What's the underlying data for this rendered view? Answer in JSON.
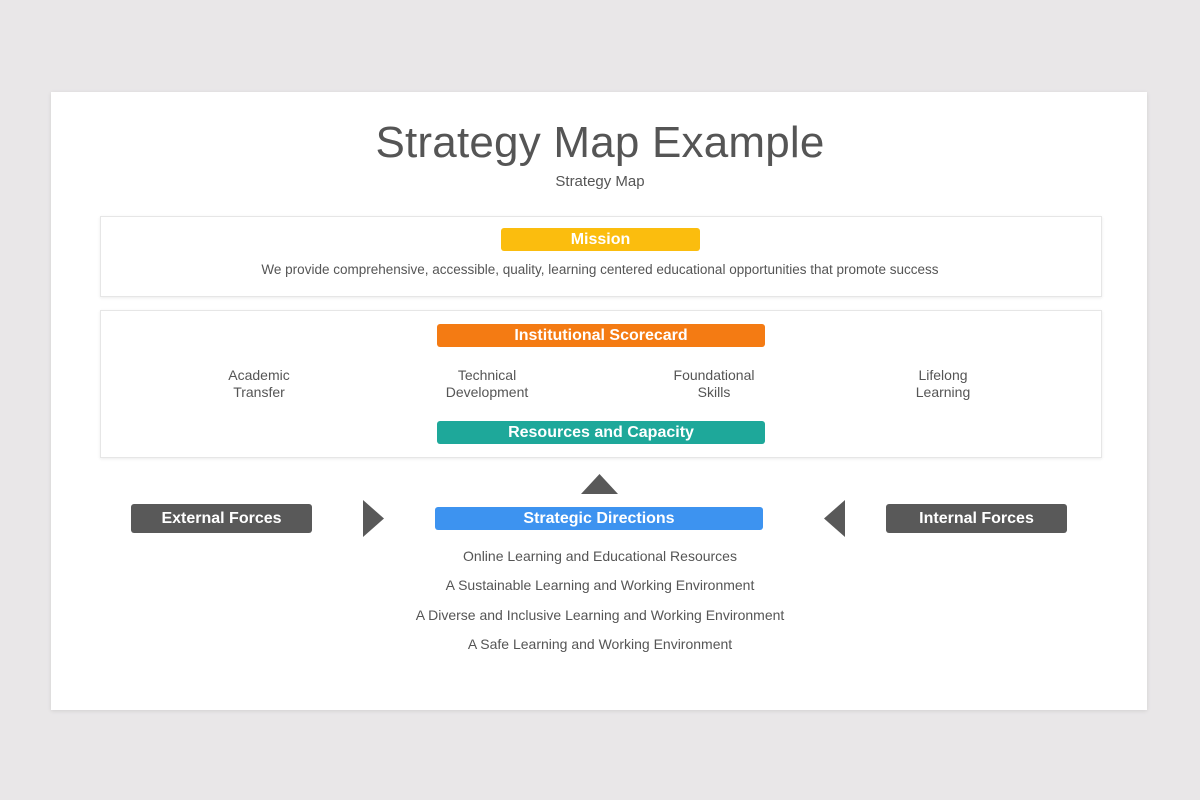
{
  "header": {
    "title": "Strategy Map Example",
    "subtitle": "Strategy Map"
  },
  "mission": {
    "label": "Mission",
    "text": "We provide comprehensive, accessible, quality, learning centered educational opportunities that promote success",
    "color": "#fbbd0e"
  },
  "scorecard": {
    "label": "Institutional Scorecard",
    "color": "#f47b13",
    "items": [
      {
        "line1": "Academic",
        "line2": "Transfer"
      },
      {
        "line1": "Technical",
        "line2": "Development"
      },
      {
        "line1": "Foundational",
        "line2": "Skills"
      },
      {
        "line1": "Lifelong",
        "line2": "Learning"
      }
    ]
  },
  "resources": {
    "label": "Resources and Capacity",
    "color": "#1ea89a"
  },
  "forces": {
    "external_label": "External Forces",
    "internal_label": "Internal Forces",
    "color": "#595959"
  },
  "strategic_directions": {
    "label": "Strategic Directions",
    "color": "#3d93f0",
    "items": [
      "Online Learning and Educational Resources",
      "A Sustainable Learning and Working Environment",
      "A Diverse and Inclusive Learning and Working Environment",
      "A Safe Learning and Working Environment"
    ]
  },
  "icons": {
    "arrow_up": "triangle-up-icon",
    "arrow_right": "triangle-right-icon",
    "arrow_left": "triangle-left-icon"
  }
}
